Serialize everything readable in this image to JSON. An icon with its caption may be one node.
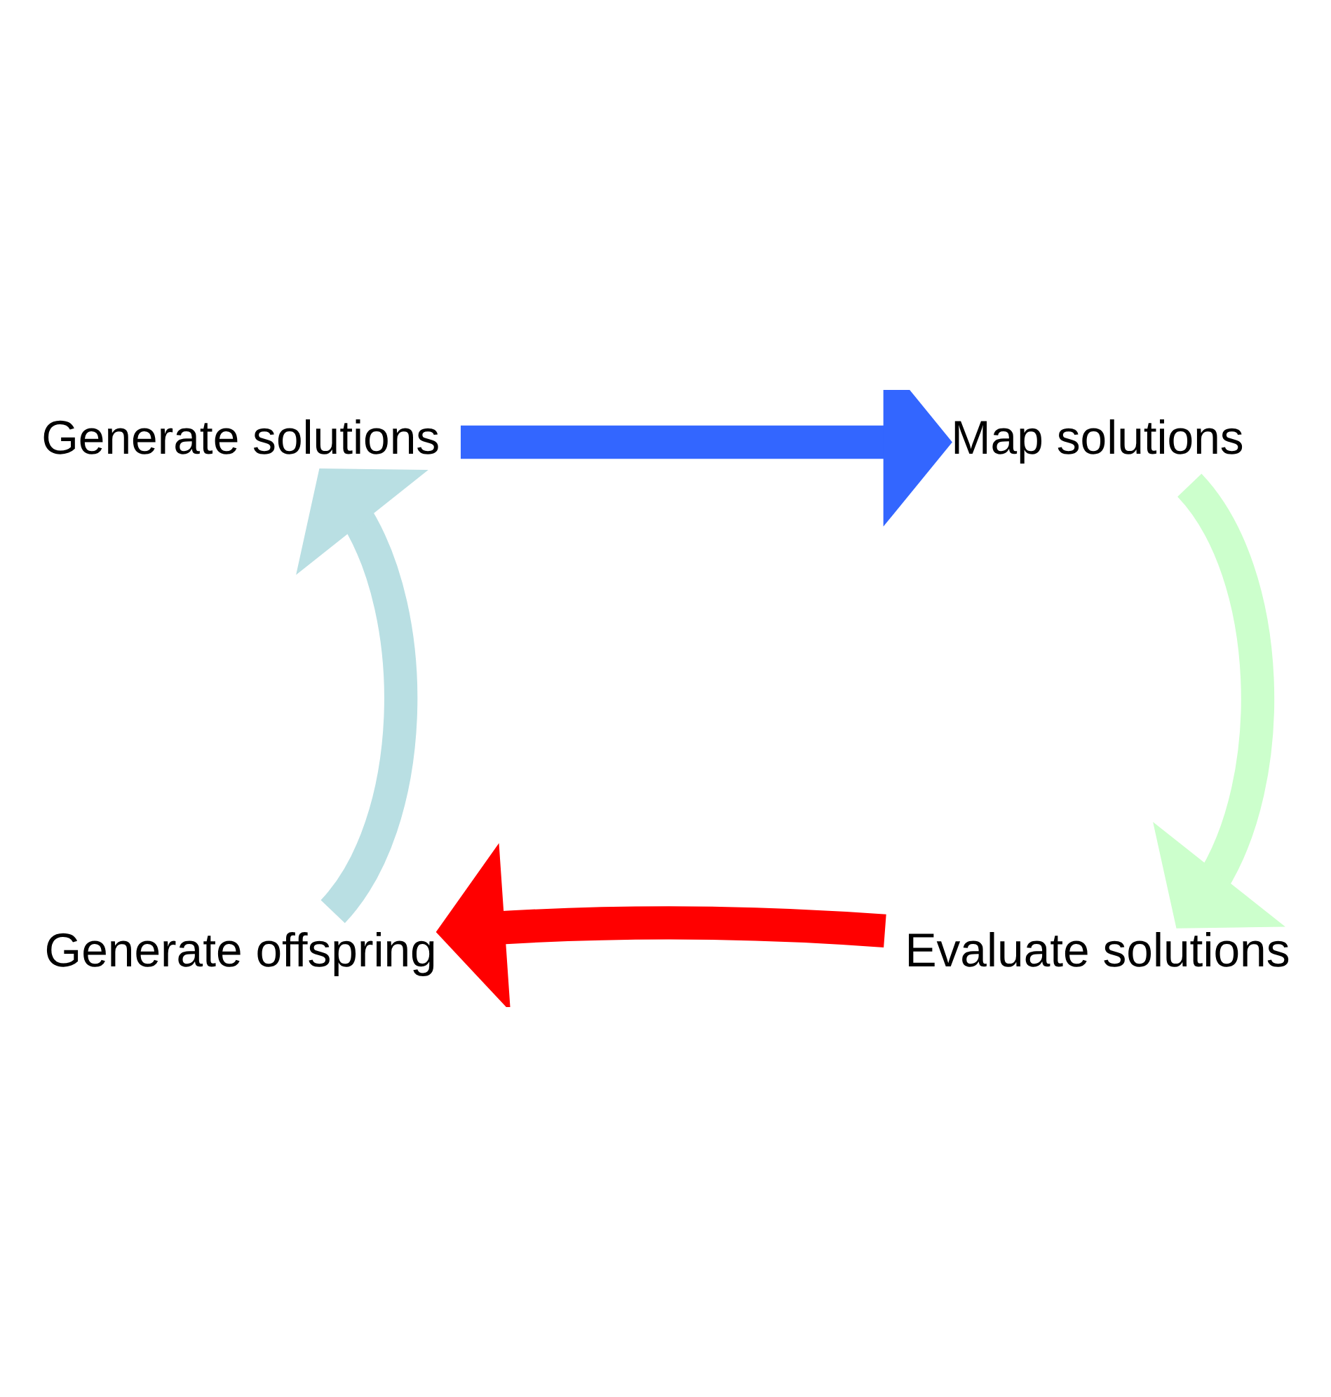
{
  "diagram": {
    "nodes": [
      {
        "text": [
          "Generate solutions"
        ]
      },
      {
        "text": [
          "Map solutions"
        ]
      },
      {
        "text": [
          "Evaluate solutions"
        ]
      },
      {
        "text": [
          "Generate offspring"
        ]
      }
    ],
    "edges": [
      {
        "from": 0,
        "to": 1,
        "arrow": "to",
        "color": "#3366ff"
      },
      {
        "from": 1,
        "to": 2,
        "arrow": "to",
        "color": "#ccffcc"
      },
      {
        "from": 2,
        "to": 3,
        "arrow": "to",
        "color": "#ff0000"
      },
      {
        "from": 3,
        "to": 0,
        "arrow": "to",
        "color": "#b9dfe3"
      }
    ]
  }
}
